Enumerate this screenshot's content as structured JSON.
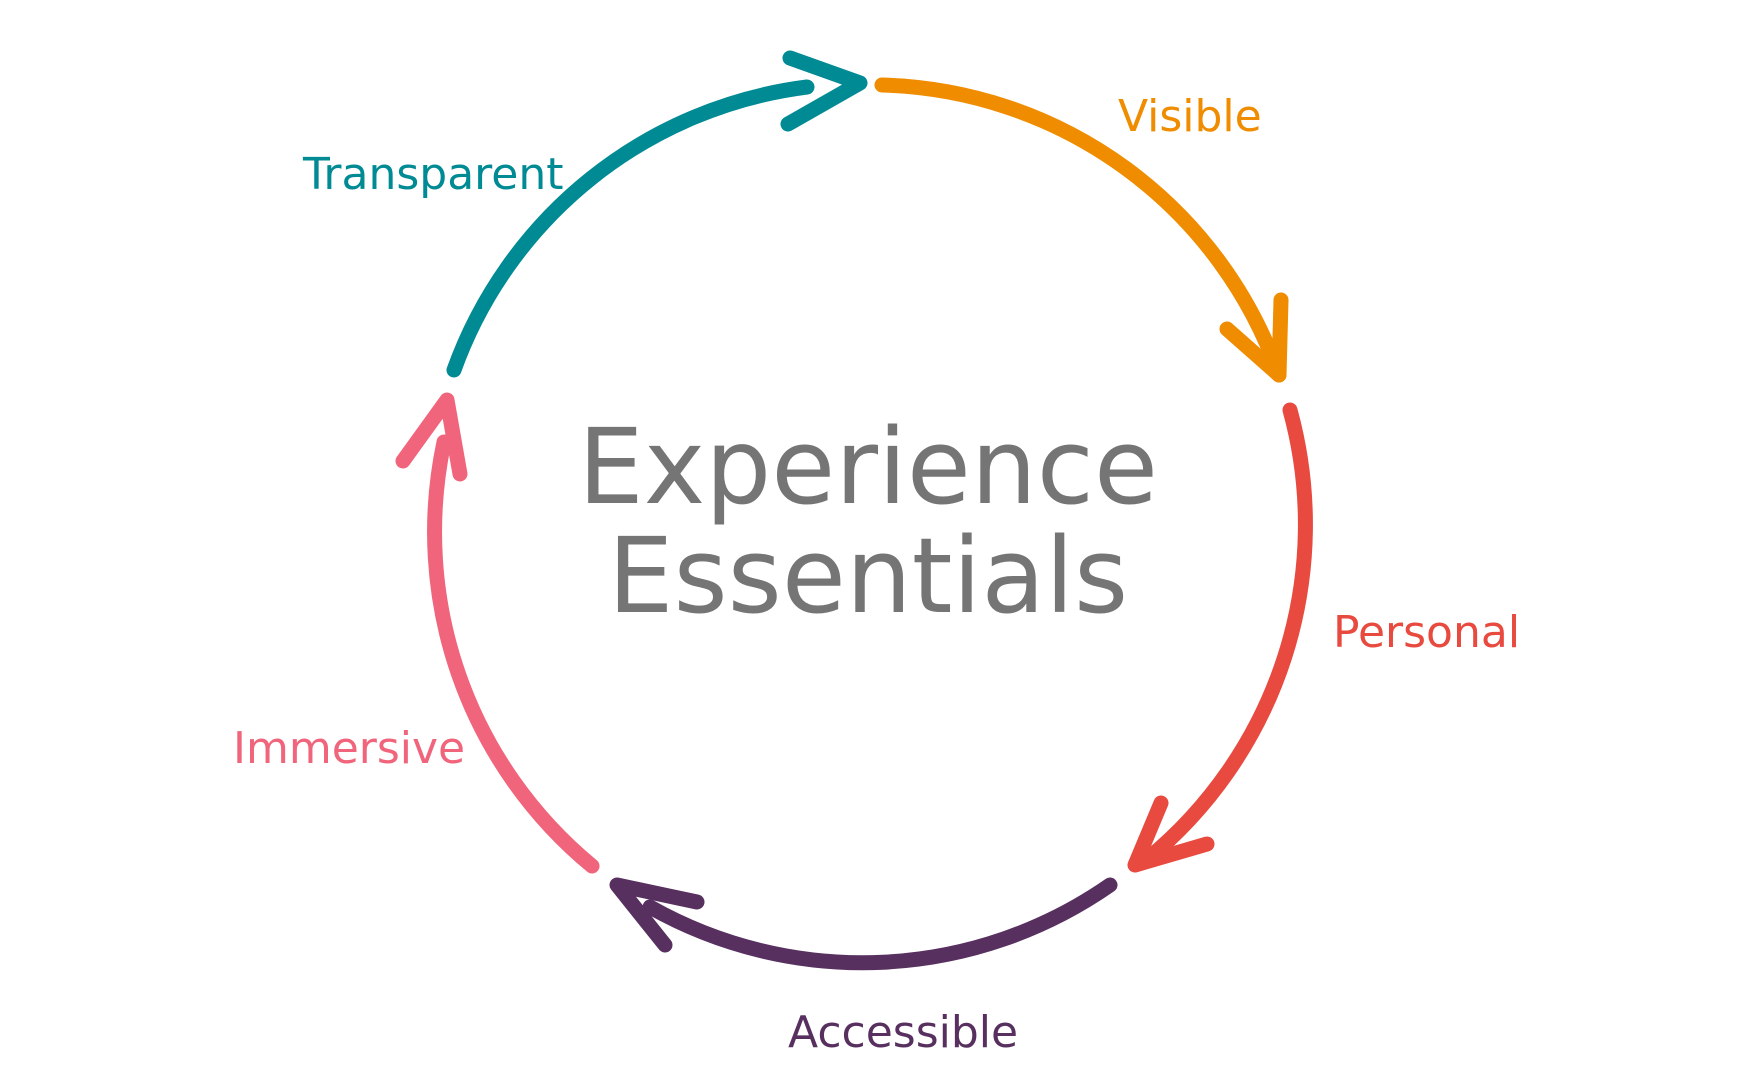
{
  "diagram": {
    "center": {
      "line1": "Experience",
      "line2": "Essentials",
      "color": "#757575"
    },
    "segments": [
      {
        "label": "Visible",
        "color": "#ef8c00"
      },
      {
        "label": "Personal",
        "color": "#e84a3f"
      },
      {
        "label": "Accessible",
        "color": "#57305f"
      },
      {
        "label": "Immersive",
        "color": "#f0657c"
      },
      {
        "label": "Transparent",
        "color": "#008a94"
      }
    ],
    "flow": "clockwise"
  }
}
